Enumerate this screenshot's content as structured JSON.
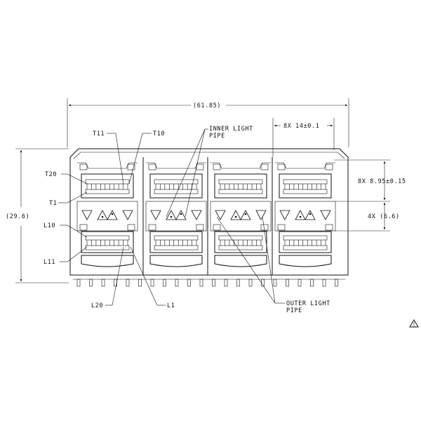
{
  "dimensions": {
    "overall_width": "(61.85)",
    "overall_height": "(29.6)",
    "port_pitch": "8X 14±0.1",
    "row_pitch": "8X 8.95±0.15",
    "light_pipe_spacing": "4X (6.6)"
  },
  "callouts": {
    "t11": "T11",
    "t10": "T10",
    "t20": "T20",
    "t1": "T1",
    "l10": "L10",
    "l11": "L11",
    "l20": "L20",
    "l1": "L1",
    "inner_light_pipe_1": "INNER LIGHT",
    "inner_light_pipe_2": "PIPE",
    "outer_light_pipe_1": "OUTER LIGHT",
    "outer_light_pipe_2": "PIPE"
  },
  "note_flag": "⚠"
}
